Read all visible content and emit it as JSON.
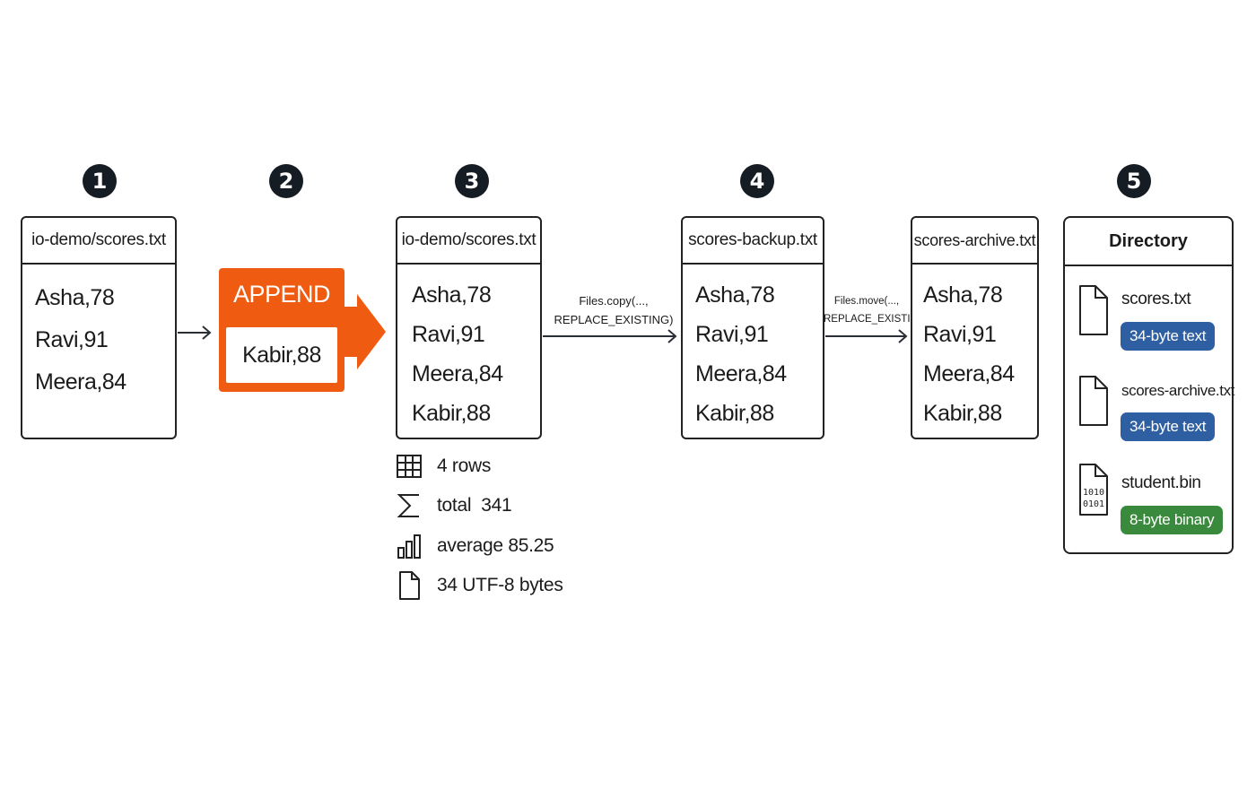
{
  "steps": [
    "1",
    "2",
    "3",
    "4",
    "5"
  ],
  "file1": {
    "title": "io-demo/scores.txt",
    "rows": [
      "Asha,78",
      "Ravi,91",
      "Meera,84"
    ]
  },
  "append": {
    "label": "APPEND",
    "row": "Kabir,88"
  },
  "file3": {
    "title": "io-demo/scores.txt",
    "rows": [
      "Asha,78",
      "Ravi,91",
      "Meera,84",
      "Kabir,88"
    ]
  },
  "file4": {
    "title": "scores-backup.txt",
    "rows": [
      "Asha,78",
      "Ravi,91",
      "Meera,84",
      "Kabir,88"
    ]
  },
  "file5": {
    "title": "scores-archive.txt",
    "rows": [
      "Asha,78",
      "Ravi,91",
      "Meera,84",
      "Kabir,88"
    ]
  },
  "ops": {
    "copy": {
      "line1": "Files.copy(...,",
      "line2": "REPLACE_EXISTING)"
    },
    "move": {
      "line1": "Files.move(...,",
      "line2": "REPLACE_EXISTING)"
    }
  },
  "stats": [
    {
      "icon": "table-icon",
      "text": "4 rows"
    },
    {
      "icon": "sigma-icon",
      "text": "total  341"
    },
    {
      "icon": "bar-chart-icon",
      "text": "average 85.25"
    },
    {
      "icon": "document-icon",
      "text": "34 UTF-8 bytes"
    }
  ],
  "directory": {
    "title": "Directory",
    "entries": [
      {
        "name": "scores.txt",
        "badge": "34-byte text",
        "color": "#2f5fa3",
        "icon": "document-icon"
      },
      {
        "name": "scores-archive.txt",
        "badge": "34-byte text",
        "color": "#2f5fa3",
        "icon": "document-icon"
      },
      {
        "name": "student.bin",
        "badge": "8-byte binary",
        "color": "#3a8a3e",
        "icon": "binary-document-icon",
        "glyph1": "1010",
        "glyph2": "0101"
      }
    ]
  },
  "colors": {
    "append": "#ef5b11",
    "step": "#161c24",
    "text_badge": "#2f5fa3",
    "binary_badge": "#3a8a3e"
  }
}
